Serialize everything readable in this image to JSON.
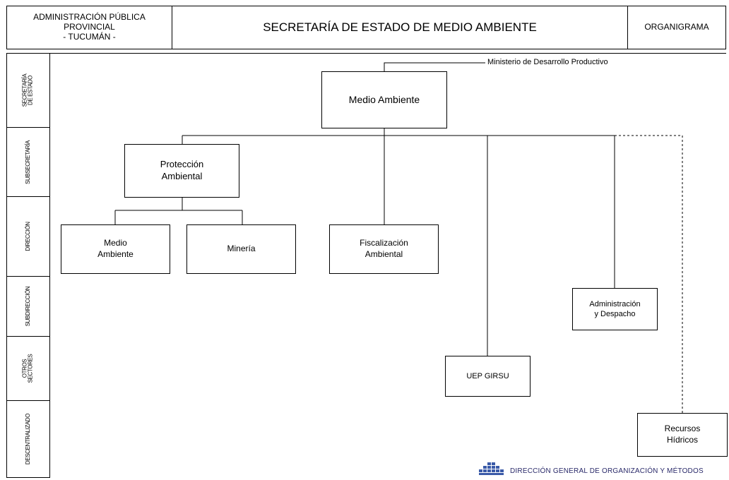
{
  "header": {
    "left_title": "ADMINISTRACIÓN PÚBLICA\nPROVINCIAL\n- TUCUMÁN -",
    "center_title": "SECRETARÍA DE ESTADO DE MEDIO AMBIENTE",
    "right_title": "ORGANIGRAMA"
  },
  "levels": {
    "secretaria": "SECRETARÍA\nDE ESTADO",
    "subsecretaria": "SUBSECRETARÍA",
    "direccion": "DIRECCIÓN",
    "subdireccion": "SUBDIRECCIÓN",
    "otros": "OTROS\nSECTORES",
    "descentralizado": "DESCENTRALIZADO"
  },
  "org": {
    "parent_ministry": "Ministerio de Desarrollo Productivo",
    "root": "Medio Ambiente",
    "proteccion": "Protección\nAmbiental",
    "medio_ambiente_dir": "Medio\nAmbiente",
    "mineria": "Minería",
    "fiscalizacion": "Fiscalización\nAmbiental",
    "administracion": "Administración\ny Despacho",
    "uep": "UEP GIRSU",
    "recursos": "Recursos\nHídricos"
  },
  "footer": {
    "text": "DIRECCIÓN GENERAL DE ORGANIZACIÓN Y MÉTODOS",
    "logo_icon": "dgom-logo-icon"
  },
  "colors": {
    "line": "#000000",
    "footer_text": "#2a2a6a",
    "logo": "#3a5aa8"
  }
}
